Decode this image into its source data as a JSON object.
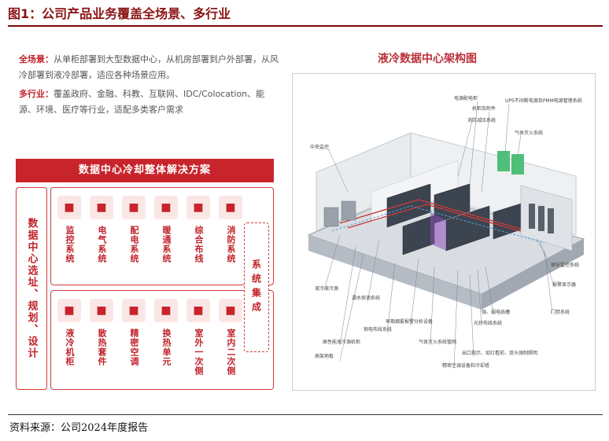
{
  "header": {
    "title": "图1：公司产品业务覆盖全场景、多行业"
  },
  "description": {
    "scenario_label": "全场景：",
    "scenario_text": "从单柜部署到大型数据中心，从机房部署到户外部署，从风冷部署到液冷部署，适应各种场景应用。",
    "industry_label": "多行业：",
    "industry_text": "覆盖政府、金融、科教、互联网、IDC/Colocation、能源、环境、医疗等行业，适配多类客户需求"
  },
  "solution": {
    "banner": "数据中心冷却整体解决方案",
    "side_title": "数据中心选址、规划、设计",
    "integration": "系统集成",
    "top_items": [
      {
        "label": "监控系统",
        "icon": "camera-icon"
      },
      {
        "label": "电气系统",
        "icon": "electric-cabinet-icon"
      },
      {
        "label": "配电系统",
        "icon": "distribution-icon"
      },
      {
        "label": "暖通系统",
        "icon": "hvac-icon"
      },
      {
        "label": "综合布线",
        "icon": "cabling-icon"
      },
      {
        "label": "消防系统",
        "icon": "fire-hydrant-icon"
      }
    ],
    "bottom_items": [
      {
        "label": "液冷机柜",
        "icon": "rack-icon"
      },
      {
        "label": "散热套件",
        "icon": "fan-kit-icon"
      },
      {
        "label": "精密空调",
        "icon": "ac-icon"
      },
      {
        "label": "换热单元",
        "icon": "heat-exchange-icon"
      },
      {
        "label": "室外一次侧",
        "icon": "outdoor-unit-icon"
      },
      {
        "label": "室内二次侧",
        "icon": "indoor-unit-icon"
      }
    ]
  },
  "architecture": {
    "title": "液冷数据中心架构图",
    "callouts": [
      "电源配电柜",
      "机柜及附件",
      "UPS不间断电源及PMM电源管理系统",
      "消防减压系统",
      "气体灭火系统",
      "中央监控",
      "保安监控系统",
      "报警显示器",
      "门禁系统",
      "液冷液冷源",
      "漏水探测系统",
      "高性能液冷源机柜",
      "早期烟雾报警分析设备",
      "铜电布线系统",
      "光纤布线系统",
      "气体灭火系统管网",
      "高架地板",
      "精密空调设备和冷却塔",
      "强、弱电线槽",
      "出口指示、如灯看前、双头强制照明"
    ]
  },
  "footer": {
    "source": "资料来源：公司2024年度报告"
  },
  "colors": {
    "accent": "#c8242c",
    "header": "#8b1212"
  }
}
